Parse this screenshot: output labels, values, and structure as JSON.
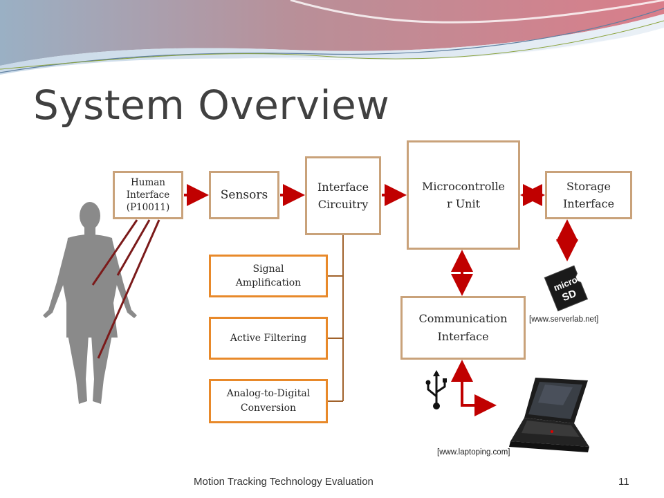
{
  "slide": {
    "title": "System Overview",
    "footer": "Motion Tracking Technology Evaluation",
    "page_number": "11"
  },
  "diagram": {
    "human_interface": [
      "Human",
      "Interface",
      "(P10011)"
    ],
    "sensors": "Sensors",
    "interface_circuitry": [
      "Interface",
      "Circuitry"
    ],
    "microcontroller": [
      "Microcontrolle",
      "r Unit"
    ],
    "storage_interface": [
      "Storage",
      "Interface"
    ],
    "communication_interface": [
      "Communication",
      "Interface"
    ],
    "signal_amplification": [
      "Signal",
      "Amplification"
    ],
    "active_filtering": "Active Filtering",
    "adc": [
      "Analog-to-Digital",
      "Conversion"
    ]
  },
  "credits": {
    "microsd": "[www.serverlab.net]",
    "laptop": "[www.laptoping.com]"
  },
  "colors": {
    "arrow": "#c00000",
    "box_border": "#c9a27a",
    "sub_box_border": "#e8892a",
    "bracket": "#a0612a",
    "electrode_lines": "#7b1a1a",
    "title": "#404040"
  },
  "icons": {
    "body": "human-silhouette-icon",
    "microsd": "microsd-card-icon",
    "usb": "usb-symbol-icon",
    "laptop": "laptop-icon"
  }
}
